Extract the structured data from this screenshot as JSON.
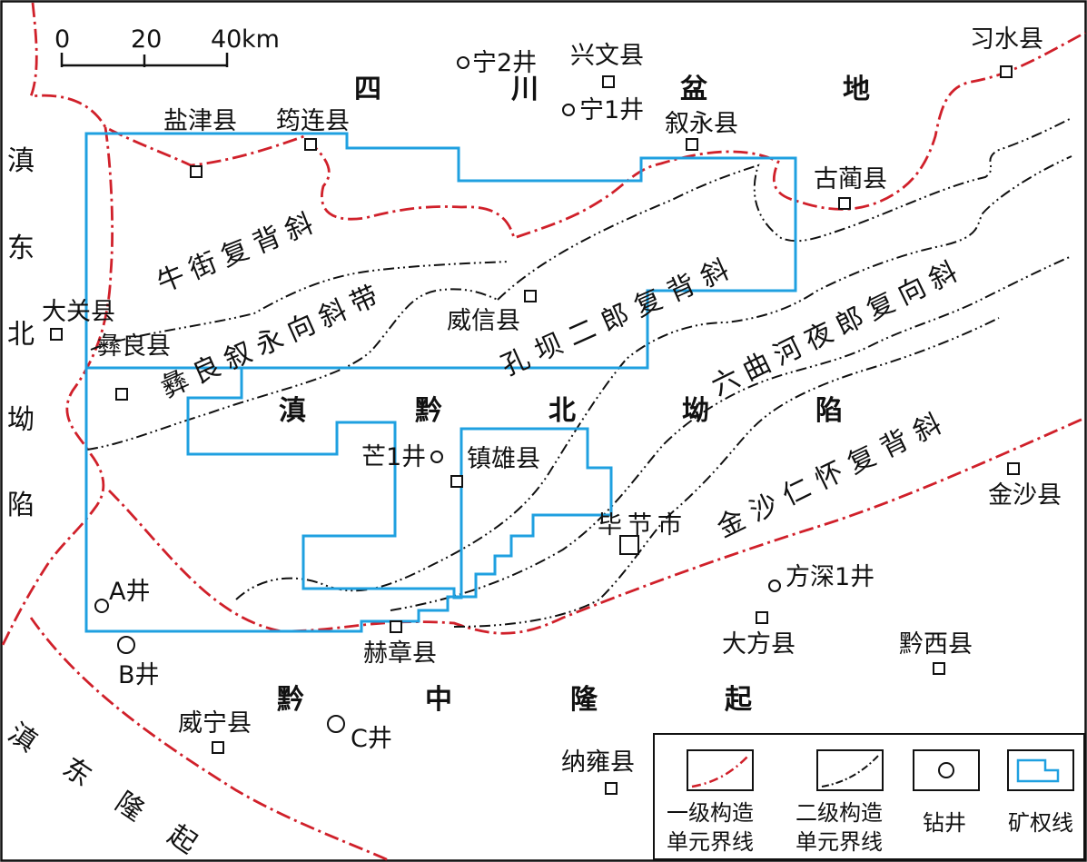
{
  "scale_bar": {
    "ticks": [
      "0",
      "20",
      "40"
    ],
    "unit": "km"
  },
  "regions": {
    "sichuan_basin": [
      "四",
      "川",
      "盆",
      "地"
    ],
    "dianqian_depression": [
      "滇",
      "黔",
      "北",
      "坳",
      "陷"
    ],
    "dian_east_depression": [
      "滇",
      "东",
      "北",
      "坳",
      "陷"
    ],
    "qianzhong_uplift": [
      "黔",
      "中",
      "隆",
      "起"
    ],
    "dian_east_uplift": [
      "滇",
      "东",
      "隆",
      "起"
    ]
  },
  "structures": {
    "niujie": "牛街复背斜",
    "yiliang_xuyong": "彝良叙永向斜带",
    "kongba_erlang": "孔坝二郎复背斜",
    "liuqu_yelang": "六曲河夜郎复向斜",
    "jinsha_renhuai": "金沙仁怀复背斜"
  },
  "counties": {
    "yanjin": "盐津县",
    "junlian": "筠连县",
    "xingwen": "兴文县",
    "xiushui": "习水县",
    "xuyong": "叙永县",
    "gulin": "古蔺县",
    "daguan": "大关县",
    "yiliang": "彝良县",
    "weixin": "威信县",
    "zhenxiong": "镇雄县",
    "bijie": "毕节市",
    "jinsha": "金沙县",
    "hezhang": "赫章县",
    "dafang": "大方县",
    "qianxi": "黔西县",
    "weining": "威宁县",
    "nayong": "纳雍县"
  },
  "wells": {
    "ning2": "宁2井",
    "ning1": "宁1井",
    "mang1": "芒1井",
    "fangshen1": "方深1井",
    "a": "A井",
    "b": "B井",
    "c": "C井"
  },
  "legend": {
    "first_order": [
      "一级构造",
      "单元界线"
    ],
    "second_order": [
      "二级构造",
      "单元界线"
    ],
    "well": "钻井",
    "mining_right": "矿权线"
  },
  "colors": {
    "first_order_line": "#d0202a",
    "second_order_line": "#111111",
    "mining_right_line": "#1fa0e0",
    "frame": "#111111"
  }
}
